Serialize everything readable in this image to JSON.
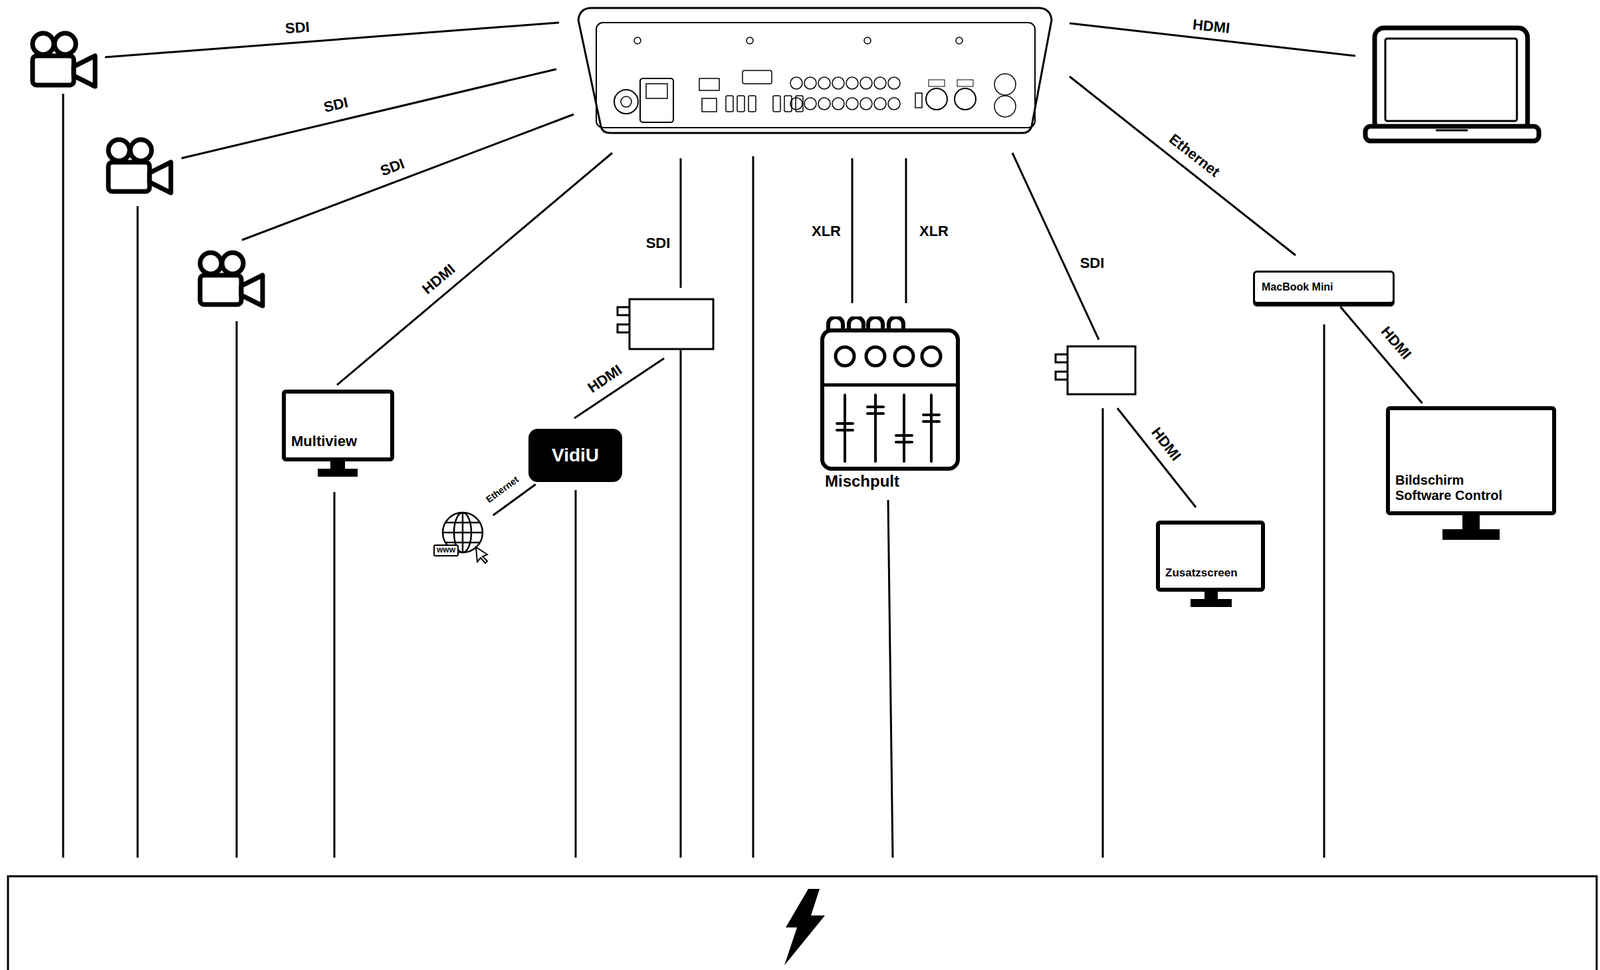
{
  "diagram": {
    "nodes": [
      {
        "text": [
          "Multiview"
        ]
      },
      {
        "text": [
          "www"
        ]
      },
      {
        "text": [
          "VidiU"
        ]
      },
      {
        "text": [
          "Mischpult"
        ]
      },
      {
        "text": [
          "MacBook Mini"
        ]
      },
      {
        "text": [
          "Zusatzscreen"
        ]
      },
      {
        "text": [
          "Bildschirm Software Control"
        ]
      }
    ],
    "edges": [
      {
        "from": 2,
        "to": 1,
        "label": "Ethernet",
        "arrow": "none"
      },
      {
        "from": 4,
        "to": 6,
        "label": "HDMI",
        "arrow": "none"
      }
    ],
    "labels": [
      "SDI",
      "SDI",
      "SDI",
      "HDMI",
      "HDMI",
      "SDI",
      "HDMI",
      "XLR",
      "XLR",
      "SDI",
      "HDMI",
      "Ethernet"
    ]
  }
}
